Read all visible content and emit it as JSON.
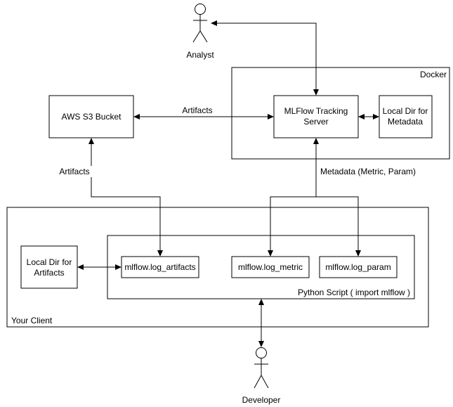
{
  "actors": {
    "analyst": "Analyst",
    "developer": "Developer"
  },
  "containers": {
    "docker": "Docker",
    "client": "Your Client",
    "python_script": "Python Script ( import mlflow )"
  },
  "nodes": {
    "s3": "AWS S3 Bucket",
    "tracking_line1": "MLFlow Tracking",
    "tracking_line2": "Server",
    "metadata_dir_line1": "Local Dir for",
    "metadata_dir_line2": "Metadata",
    "artifacts_dir_line1": "Local Dir for",
    "artifacts_dir_line2": "Artifacts",
    "log_artifacts": "mlflow.log_artifacts",
    "log_metric": "mlflow.log_metric",
    "log_param": "mlflow.log_param"
  },
  "edges": {
    "artifacts_top": "Artifacts",
    "artifacts_left": "Artifacts",
    "metadata": "Metadata (Metric, Param)"
  }
}
